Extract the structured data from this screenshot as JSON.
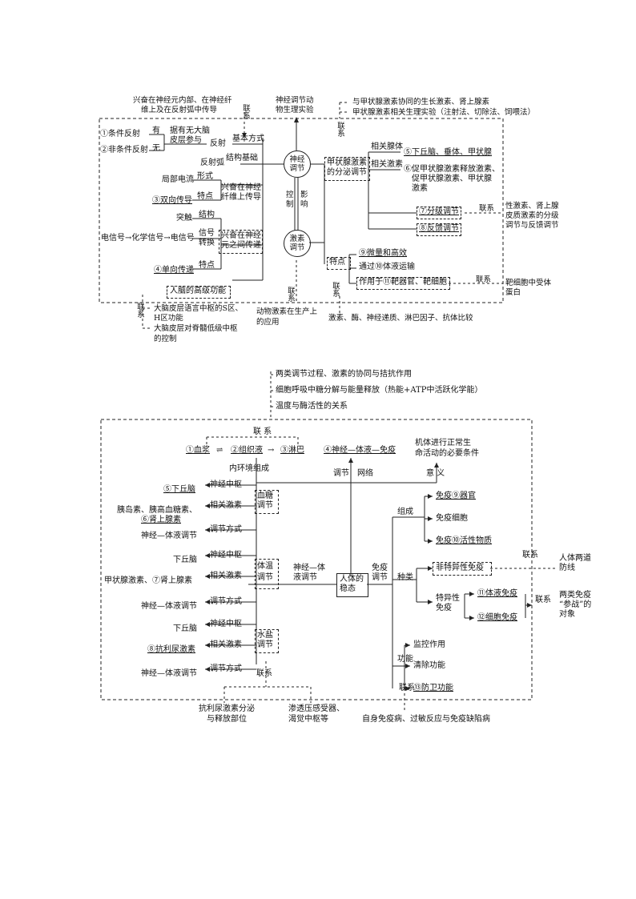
{
  "d1": {
    "top_left_note": [
      "兴奋在神经元内部、在神经纤",
      "维上及在反射弧中传导"
    ],
    "lianxi": "联系",
    "top_center_note": [
      "神经调节动",
      "物生理实验"
    ],
    "top_right_notes": [
      "与甲状腺激素协同的生长激素、肾上腺素",
      "甲状腺激素相关生理实验（注射法、切除法、饲喂法）"
    ],
    "reflex1": "①条件反射",
    "reflex2": "②非条件反射",
    "you": "有",
    "wu": "无",
    "cortex": [
      "据有无大脑",
      "皮层参与"
    ],
    "fanshe": "反射",
    "basic_mode": "基本方式",
    "structure_basis": "结构基础",
    "reflex_arc": "反射弧",
    "local_current": "局部电流",
    "form": "形式",
    "fiber_conduct": [
      "兴奋在神经",
      "纤维上传导"
    ],
    "feature": "特点",
    "bidirectional": "③双向传导",
    "synapse": "突触",
    "structure": "结构",
    "signal_chain": "电信号→化学信号→电信号",
    "signal": "信号",
    "convert": "转换",
    "between_neurons": [
      "兴奋在神经",
      "元之间传递"
    ],
    "unidirectional": "④单向传递",
    "higher_func": "人脑的高级功能",
    "lianxi_b": "联系",
    "cortex_notes": [
      "大脑皮层语言中枢的S区、",
      "H区功能",
      "大脑皮层对脊髓低级中枢",
      "的控制"
    ],
    "animal_hormone": [
      "动物激素在生产上",
      "的应用"
    ],
    "neural_circle": [
      "神经",
      "调节"
    ],
    "hormone_circle": [
      "激素",
      "调节"
    ],
    "control": [
      "控",
      "制"
    ],
    "influence": [
      "影",
      "响"
    ],
    "thyroid_reg": [
      "甲状腺激素",
      "的分泌调节"
    ],
    "related_gland": "相关腺体",
    "related_hormone": "相关激素",
    "gland5": "⑤下丘脑、垂体、甲状腺",
    "hormone6": [
      "⑥促甲状腺激素释放激素、",
      "促甲状腺激素、甲状腺",
      "激素"
    ],
    "grade7": "⑦分级调节",
    "feedback8": "⑧反馈调节",
    "right_note1": [
      "性激素、肾上腺",
      "皮质激素的分级",
      "调节与反馈调节"
    ],
    "features": "特点",
    "f9": "⑨微量和高效",
    "f10": "通过⑩体液运输",
    "f11": "作用于⑪靶器官、靶细胞",
    "right_note2": [
      "靶细胞中受体",
      "蛋白"
    ],
    "bottom_note": "激素、酶、神经递质、淋巴因子、抗体比较"
  },
  "d2": {
    "top_notes": [
      "两类调节过程、激素的协同与拮抗作用",
      "细胞呼吸中糖分解与能量释放（热能+ATP中活跃化学能）",
      "温度与酶活性的关系"
    ],
    "lianxi": "联  系",
    "plasma": "①血浆",
    "tissue": "②组织液",
    "lymph": "③淋巴",
    "arrows_eq": "⇌",
    "env": "内环境组成",
    "network": "④神经—体液—免疫",
    "regulate": "调节",
    "net": "网络",
    "condition": [
      "机体进行正常生",
      "命活动的必要条件"
    ],
    "meaning": "意    义",
    "g_center": "神经中枢",
    "g_hypo": "⑤下丘脑",
    "g_rel": "相关激素",
    "g_hormones": [
      "胰岛素、胰高血糖素、",
      "⑥肾上腺素"
    ],
    "g_mode": "调节方式",
    "g_nh": "神经—体液调节",
    "blood_sugar": [
      "血糖",
      "调节"
    ],
    "t_center": "神经中枢",
    "t_hypo": "下丘脑",
    "t_rel": "相关激素",
    "t_hormones": "甲状腺激素、⑦肾上腺素",
    "t_mode": "调节方式",
    "t_nh": "神经—体液调节",
    "temp": [
      "体温",
      "调节"
    ],
    "w_center": "神经中枢",
    "w_hypo": "下丘脑",
    "w_rel": "相关激素",
    "w_hormone": "⑧抗利尿激素",
    "w_mode": "调节方式",
    "w_nh": "神经—体液调节",
    "water": [
      "水盐",
      "调节"
    ],
    "neuro_humoral": [
      "神经—体",
      "液调节"
    ],
    "homeostasis": [
      "人体的",
      "稳态"
    ],
    "immune_reg": [
      "免疫",
      "调节"
    ],
    "composition": "组成",
    "organ": "免疫⑨器官",
    "cells": "免疫细胞",
    "active": "免疫⑩活性物质",
    "kind": "种类",
    "nonspecific": "非特异性免疫",
    "specific": [
      "特异性",
      "免疫"
    ],
    "humoral": "⑪体液免疫",
    "cellular": "⑫细胞免疫",
    "defense": [
      "人体两道",
      "防线"
    ],
    "two_types": [
      "两类免疫",
      "“参战”的",
      "对象"
    ],
    "lianxi_r": "联系",
    "lianxi_r2": "联系",
    "function": "功能",
    "monitor": "监控作用",
    "clear": "清除功能",
    "defend": "⑬防卫功能",
    "lianxi_b": "联系",
    "lianxi_b2": "联系",
    "bottom_left": [
      "抗利尿激素分泌",
      "与释放部位"
    ],
    "bottom_mid": [
      "渗透压感受器、",
      "渴觉中枢等"
    ],
    "bottom_right": "自身免疫病、过敏反应与免疫缺陷病"
  }
}
